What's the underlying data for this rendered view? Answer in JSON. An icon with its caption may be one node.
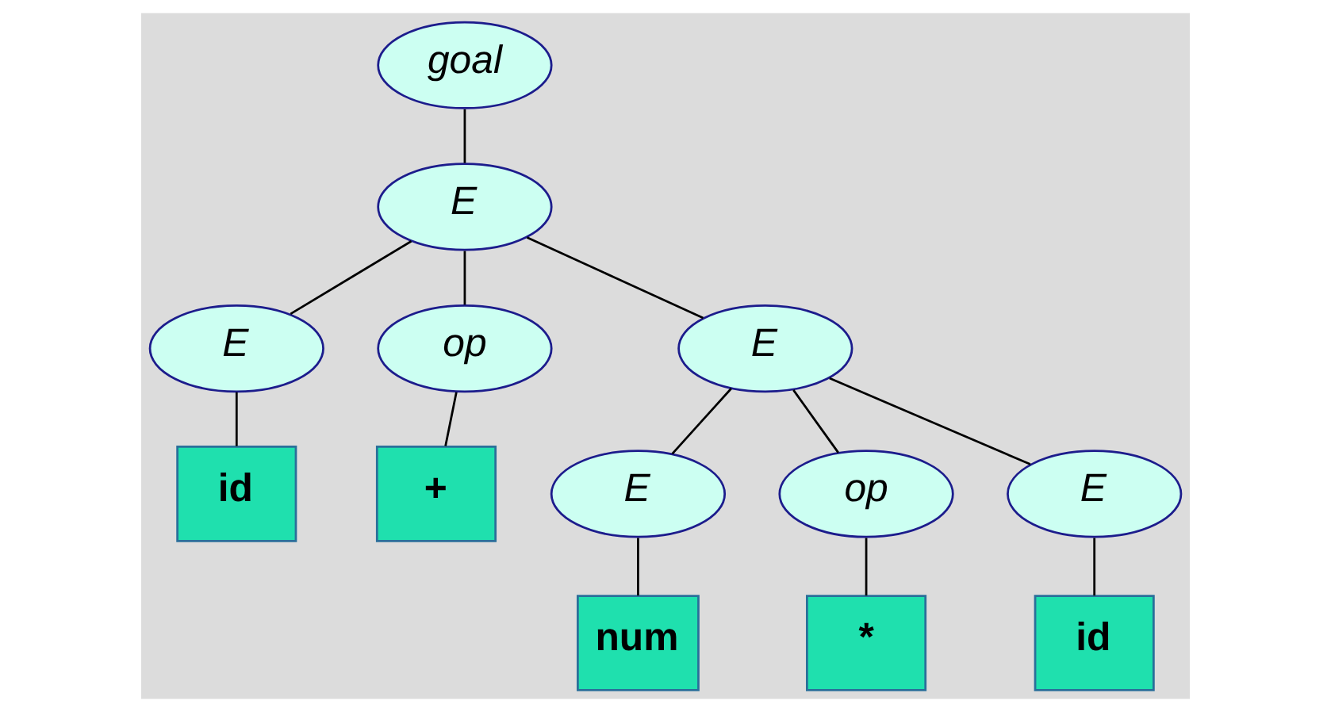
{
  "diagram": {
    "nodes": [
      {
        "text": [
          "goal"
        ]
      },
      {
        "text": [
          "E"
        ]
      },
      {
        "text": [
          "E"
        ]
      },
      {
        "text": [
          "op"
        ]
      },
      {
        "text": [
          "E"
        ]
      },
      {
        "text": [
          "id"
        ]
      },
      {
        "text": [
          "+"
        ]
      },
      {
        "text": [
          "E"
        ]
      },
      {
        "text": [
          "op"
        ]
      },
      {
        "text": [
          "E"
        ]
      },
      {
        "text": [
          "num"
        ]
      },
      {
        "text": [
          "*"
        ]
      },
      {
        "text": [
          "id"
        ]
      }
    ],
    "edges": [
      {
        "from": 0,
        "to": 1,
        "arrow": "none"
      },
      {
        "from": 1,
        "to": 2,
        "arrow": "none"
      },
      {
        "from": 1,
        "to": 3,
        "arrow": "none"
      },
      {
        "from": 1,
        "to": 4,
        "arrow": "none"
      },
      {
        "from": 2,
        "to": 5,
        "arrow": "none"
      },
      {
        "from": 3,
        "to": 6,
        "arrow": "none"
      },
      {
        "from": 4,
        "to": 7,
        "arrow": "none"
      },
      {
        "from": 4,
        "to": 8,
        "arrow": "none"
      },
      {
        "from": 4,
        "to": 9,
        "arrow": "none"
      },
      {
        "from": 7,
        "to": 10,
        "arrow": "none"
      },
      {
        "from": 8,
        "to": 11,
        "arrow": "none"
      },
      {
        "from": 9,
        "to": 12,
        "arrow": "none"
      }
    ]
  }
}
